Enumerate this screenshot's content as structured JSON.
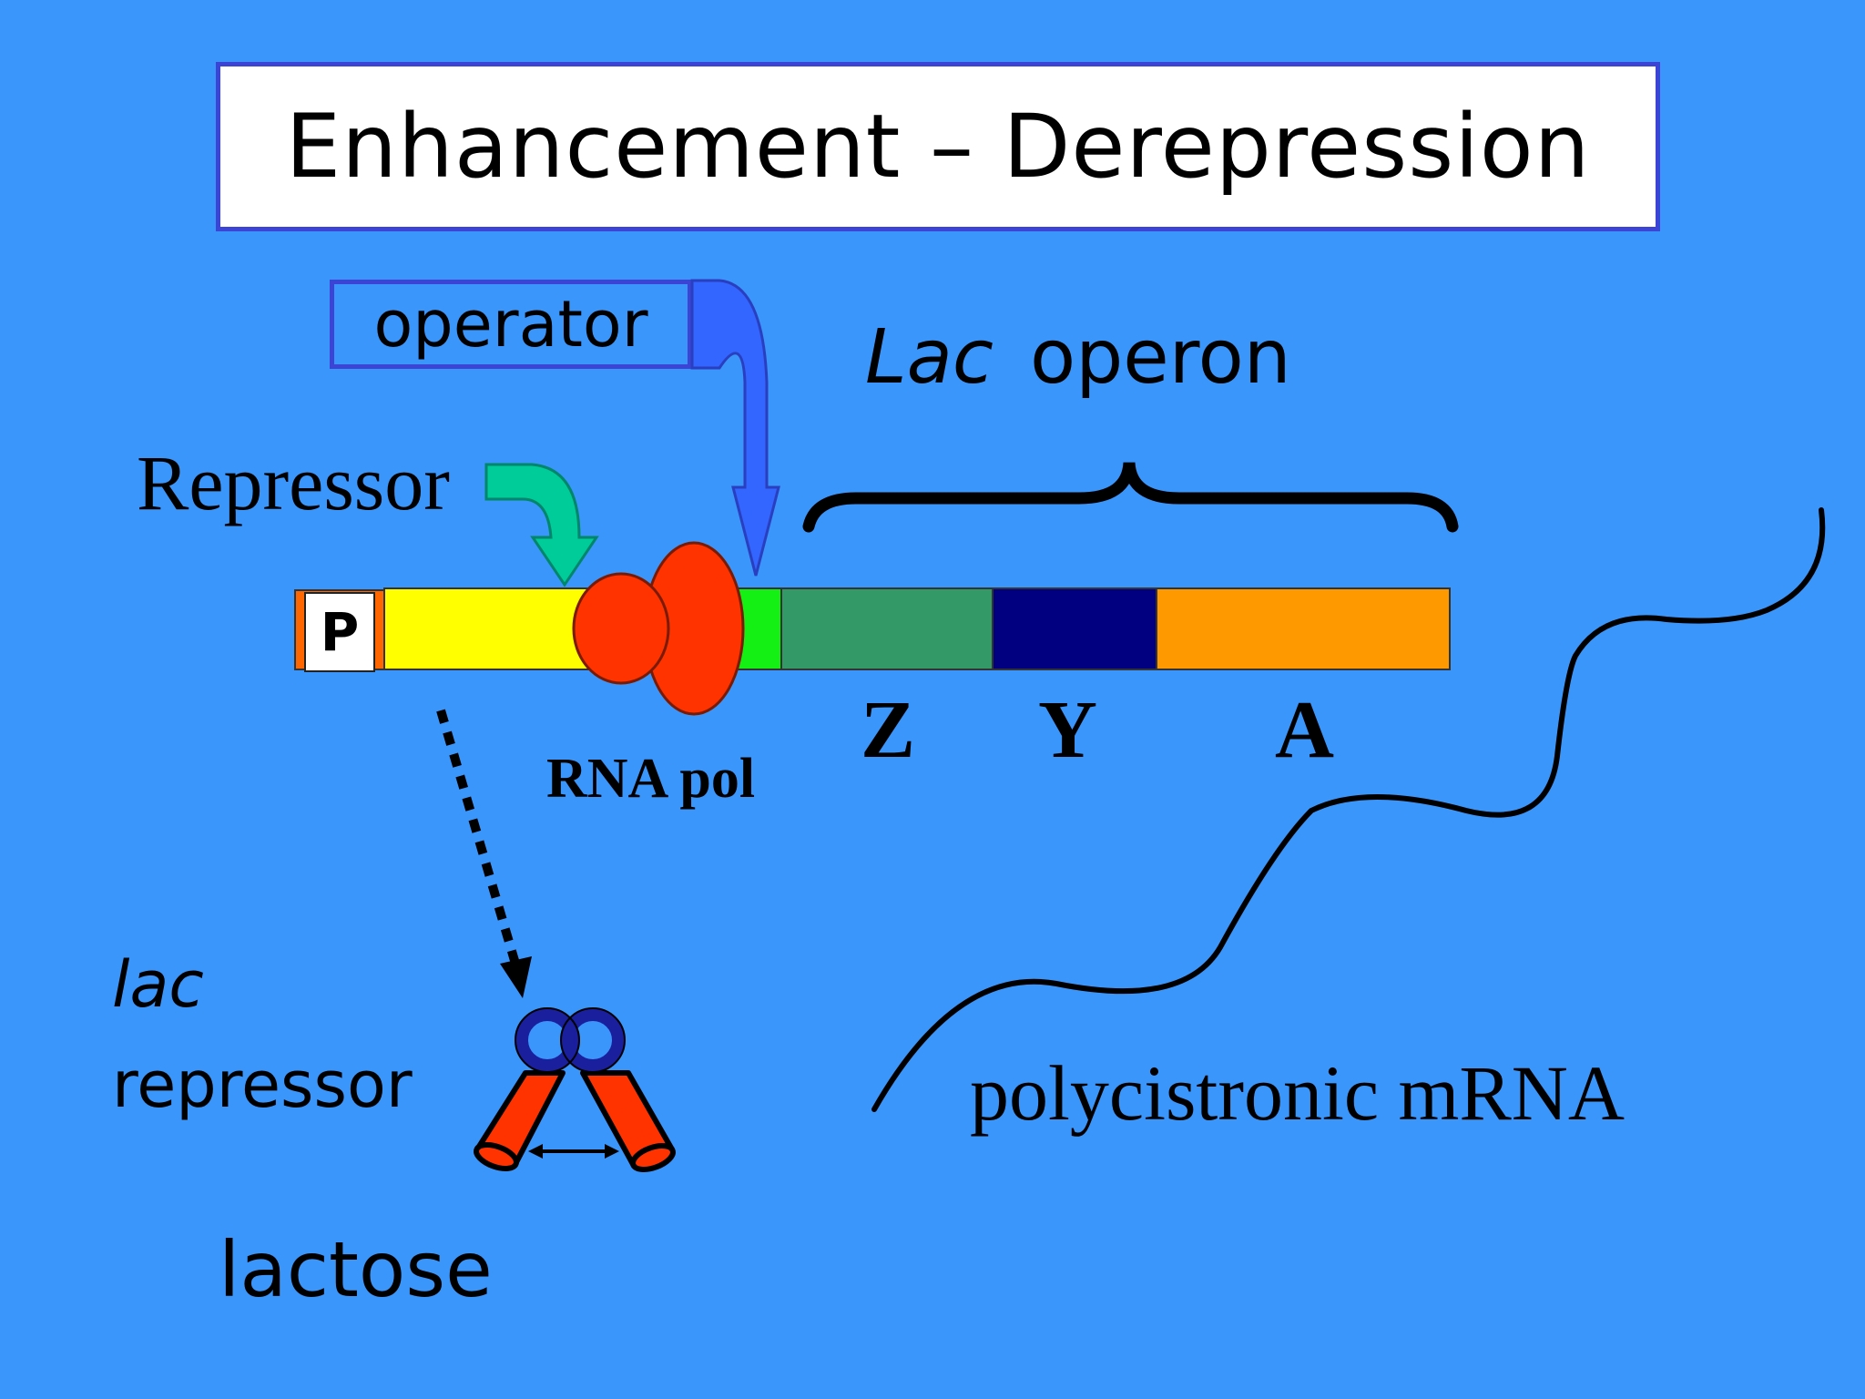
{
  "title": "Enhancement – Derepression",
  "labels": {
    "operator": "operator",
    "lac_operon_italic": "Lac",
    "lac_operon_rest": "operon",
    "repressor": "Repressor",
    "promoter": "P",
    "gene_z": "Z",
    "gene_y": "Y",
    "gene_a": "A",
    "rna_pol": "RNA pol",
    "lac_italic": "lac",
    "repressor_lower": "repressor",
    "lactose": "lactose",
    "mrna": "polycistronic mRNA"
  },
  "colors": {
    "background": "#3a96fb",
    "promoter_region": "#ffff00",
    "operator_region": "#14f014",
    "gene_z": "#339966",
    "gene_y": "#000080",
    "gene_a": "#ff9900",
    "rna_polymerase": "#ff3300",
    "operator_arrow": "#3366ff",
    "repressor_arrow": "#00cc99",
    "box_border": "#3c44d6"
  }
}
